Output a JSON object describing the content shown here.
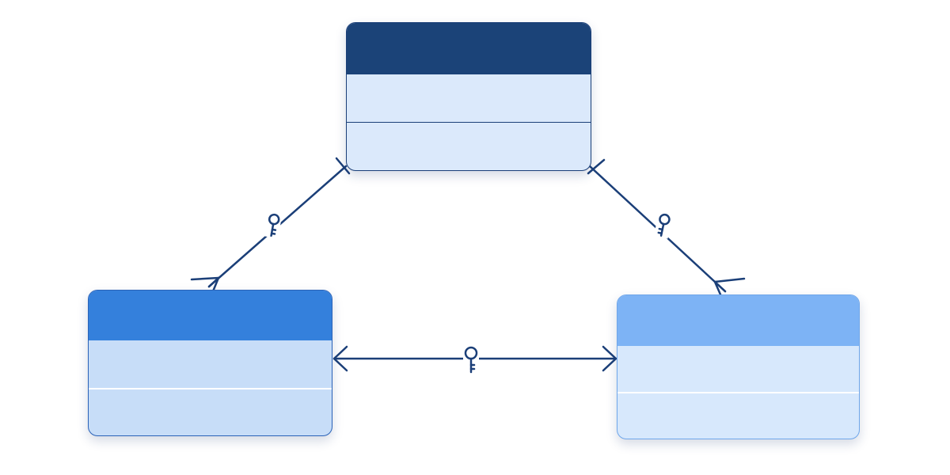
{
  "entities": [
    {
      "id": "entity-top",
      "header_color": "#1b4378",
      "row_color": "#dbe9fb",
      "border_color": "#1b3f78",
      "rows": 2
    },
    {
      "id": "entity-left",
      "header_color": "#3480dc",
      "row_color": "#c7ddf8",
      "border_color": "#2b63b8",
      "rows": 2
    },
    {
      "id": "entity-right",
      "header_color": "#7db3f5",
      "row_color": "#d7e8fc",
      "border_color": "#6fa6ea",
      "rows": 2
    }
  ],
  "relationships": [
    {
      "id": "rel-top-left",
      "from": "entity-top",
      "to": "entity-left",
      "from_end": "one",
      "to_end": "many",
      "icon": "key-icon"
    },
    {
      "id": "rel-top-right",
      "from": "entity-top",
      "to": "entity-right",
      "from_end": "one",
      "to_end": "many",
      "icon": "key-icon"
    },
    {
      "id": "rel-left-right",
      "from": "entity-left",
      "to": "entity-right",
      "from_end": "arrow",
      "to_end": "arrow",
      "icon": "key-icon"
    }
  ],
  "colors": {
    "connector": "#1b3f78",
    "background": "#ffffff"
  }
}
